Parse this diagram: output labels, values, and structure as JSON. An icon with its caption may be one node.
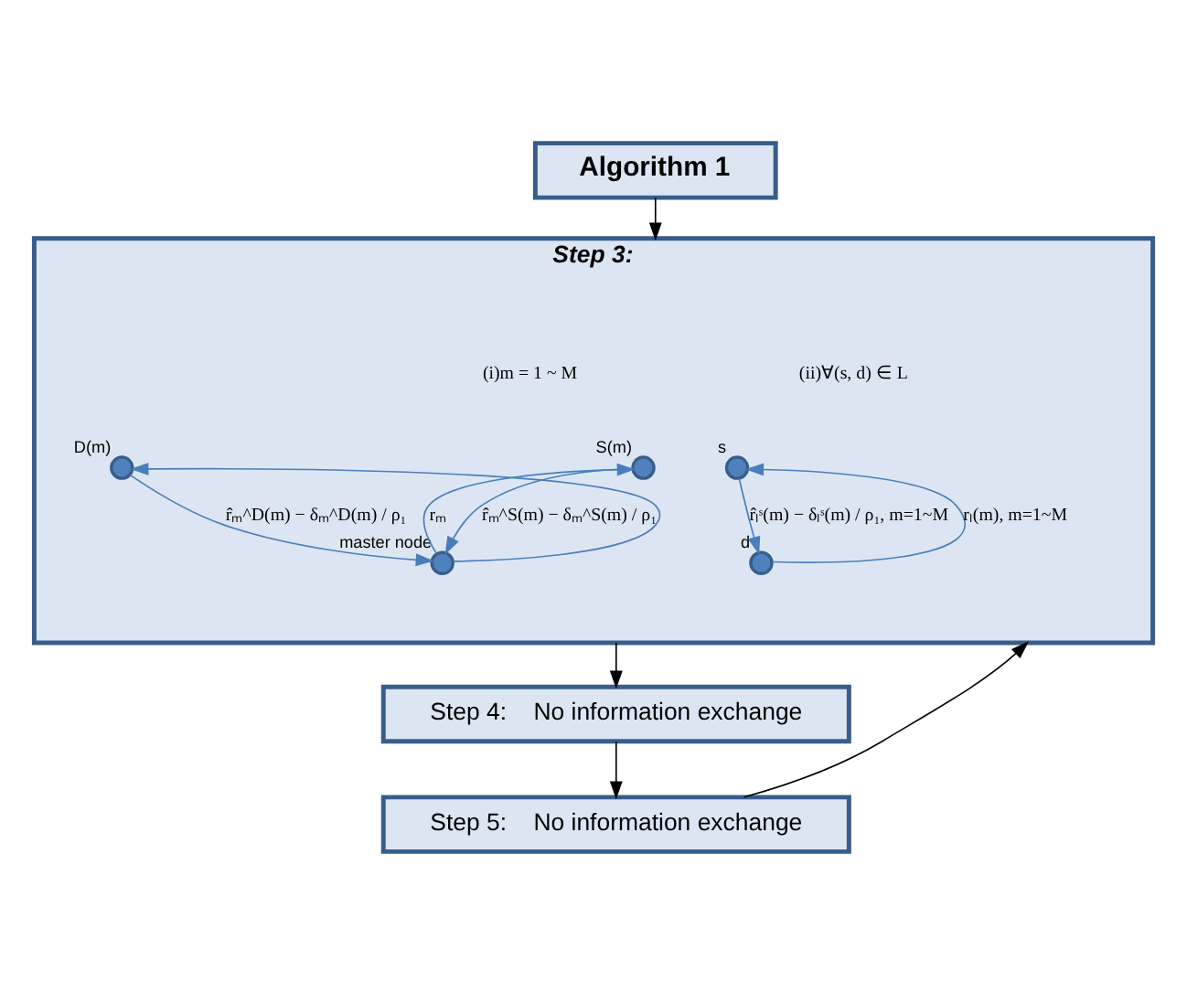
{
  "diagram": {
    "nodes": [
      {
        "text": [
          "Algorithm 1"
        ]
      },
      {
        "text": [
          "Step 3:"
        ]
      },
      {
        "text": [],
        "shape": "circle",
        "beside": [
          "S(m)"
        ],
        "in": 1
      },
      {
        "text": [],
        "shape": "circle",
        "beside": [
          "D(m)"
        ],
        "in": 1
      },
      {
        "text": [],
        "shape": "circle",
        "beside": [
          "master node"
        ],
        "in": 1
      },
      {
        "text": [],
        "shape": "circle",
        "beside": [
          "s"
        ],
        "in": 1
      },
      {
        "text": [],
        "shape": "circle",
        "beside": [
          "d"
        ],
        "in": 1
      },
      {
        "text": [
          "Step 4:    No information exchange"
        ]
      },
      {
        "text": [
          "Step 5:    No information exchange"
        ]
      }
    ],
    "edges": [
      {
        "from": 0,
        "to": 1,
        "arrow": "to",
        "color": "#000000"
      },
      {
        "from": 2,
        "to": 4,
        "arrow": "to",
        "label": "r̂ₘ^S(m) − δₘ^S(m) / ρ₁"
      },
      {
        "from": 4,
        "to": 2,
        "arrow": "to",
        "label": "rₘ"
      },
      {
        "from": 4,
        "to": 3,
        "arrow": "to"
      },
      {
        "from": 3,
        "to": 4,
        "arrow": "to",
        "label": "r̂ₘ^D(m) − δₘ^D(m) / ρ₁"
      },
      {
        "from": 5,
        "to": 6,
        "arrow": "to",
        "label": "r̂ₗˢ(m) − δₗˢ(m) / ρ₁, m=1~M"
      },
      {
        "from": 6,
        "to": 5,
        "arrow": "to",
        "label": "rₗ(m), m=1~M"
      },
      {
        "from": 1,
        "to": 7,
        "arrow": "to",
        "color": "#000000"
      },
      {
        "from": 7,
        "to": 8,
        "arrow": "to",
        "color": "#000000"
      },
      {
        "from": 8,
        "to": 1,
        "arrow": "to",
        "color": "#000000"
      }
    ],
    "labels": [
      "(i)m = 1 ~ M",
      "(ii)∀(s, d) ∈ L"
    ]
  }
}
